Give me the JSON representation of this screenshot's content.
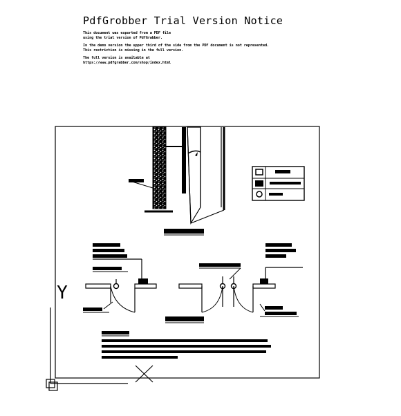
{
  "notice": {
    "title": "PdfGrobber Trial Version Notice",
    "lines_a": [
      "This document was exported from a PDF file",
      "using the trial version of PdfGrabber."
    ],
    "lines_b": [
      "In the demo version the upper third of the side from the PDF document is not represented.",
      "This restriction is missing in the full version."
    ],
    "lines_c": [
      "The full version is available at",
      "https://www.pdfgrabber.com/shop/index.html"
    ]
  },
  "axis": {
    "y_label": "Y"
  }
}
